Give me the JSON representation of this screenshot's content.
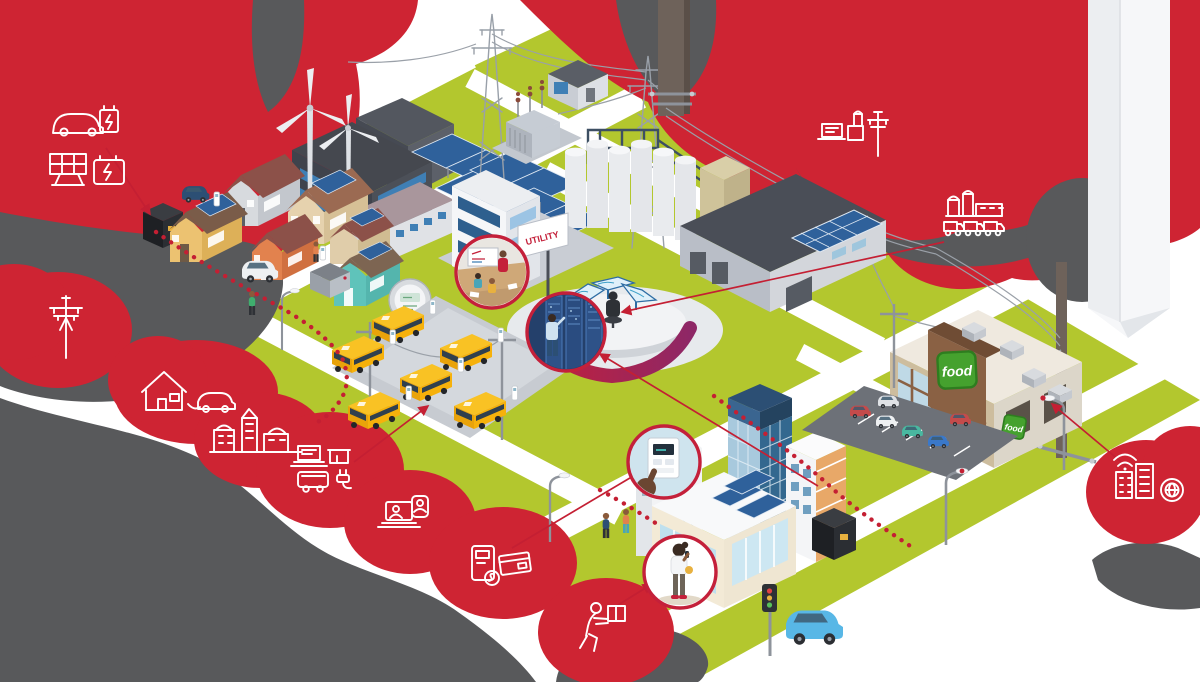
{
  "meta": {
    "description": "Isometric smart-community energy illustration with red cloud callouts of white line icons connected by red solid and dotted lines",
    "domain_guess": "infographic-diagram"
  },
  "palette": {
    "ground_green": "#b3c72e",
    "road_white": "#ffffff",
    "callout_red": "#ce2433",
    "shadow_gray": "#58595b",
    "connector_red": "#c41f33",
    "ring_maroon": "#8e2766",
    "bus_yellow": "#f6b10b",
    "solar_blue": "#2f619b",
    "sign_green": "#45a12e"
  },
  "signs": {
    "utility_building_sign": "UTILITY",
    "grocery_front_sign": "food",
    "grocery_side_sign": "food"
  },
  "callout_bubbles": [
    {
      "id": "ev-solar-battery-storage",
      "position": "top-left",
      "icons": [
        "ev-car-charging-icon",
        "battery-icon",
        "solar-panel-icon",
        "battery-storage-icon"
      ]
    },
    {
      "id": "power-pole",
      "position": "left",
      "icons": [
        "utility-pole-icon"
      ]
    },
    {
      "id": "home-ev-charging",
      "position": "left-lower",
      "icons": [
        "house-icon",
        "ev-car-icon"
      ]
    },
    {
      "id": "city-infrastructure",
      "position": "bottom-left-1",
      "icons": [
        "city-skyline-icon"
      ]
    },
    {
      "id": "commerce-and-fleet",
      "position": "bottom-left-2",
      "icons": [
        "laptop-icon",
        "storefront-icon",
        "electric-bus-icon",
        "plug-icon"
      ]
    },
    {
      "id": "remote-video-call",
      "position": "bottom-left-3",
      "icons": [
        "laptop-video-call-icon",
        "contact-card-icon"
      ]
    },
    {
      "id": "smart-meter-billing",
      "position": "bottom-middle-1",
      "icons": [
        "smart-meter-icon",
        "payment-card-icon",
        "coin-icon"
      ]
    },
    {
      "id": "delivery-worker",
      "position": "bottom-middle-2",
      "icons": [
        "person-carrying-package-icon"
      ]
    },
    {
      "id": "grid-operations",
      "position": "top-right-1",
      "icons": [
        "laptop-icon",
        "substation-building-icon",
        "utility-pole-icon"
      ]
    },
    {
      "id": "industry-and-trucks",
      "position": "top-right-2",
      "icons": [
        "silo-icon",
        "factory-icon",
        "truck-icon",
        "truck-icon",
        "truck-icon"
      ]
    },
    {
      "id": "connected-smart-buildings",
      "position": "right",
      "icons": [
        "smart-building-wifi-icon",
        "globe-icon"
      ]
    }
  ],
  "circle_callouts": [
    {
      "id": "classroom-training"
    },
    {
      "id": "server-room-technician"
    },
    {
      "id": "smart-thermostat-hand"
    },
    {
      "id": "pedestrian-on-phone"
    }
  ],
  "scene_elements": [
    "wind-turbines",
    "power-plant",
    "solar-array",
    "transmission-towers",
    "substation-transformer",
    "grain-silos",
    "processing-facility",
    "utility-headquarters",
    "control-room-operator",
    "residential-houses",
    "ev-cars-charging",
    "school-bus-fleet-charging",
    "giant-smart-meter",
    "battery-storage-box",
    "downtown-towers",
    "rooftop-solar",
    "grocery-store",
    "parking-lots",
    "street-lights",
    "traffic-light",
    "pedestrians",
    "power-lines",
    "white-utility-column"
  ]
}
